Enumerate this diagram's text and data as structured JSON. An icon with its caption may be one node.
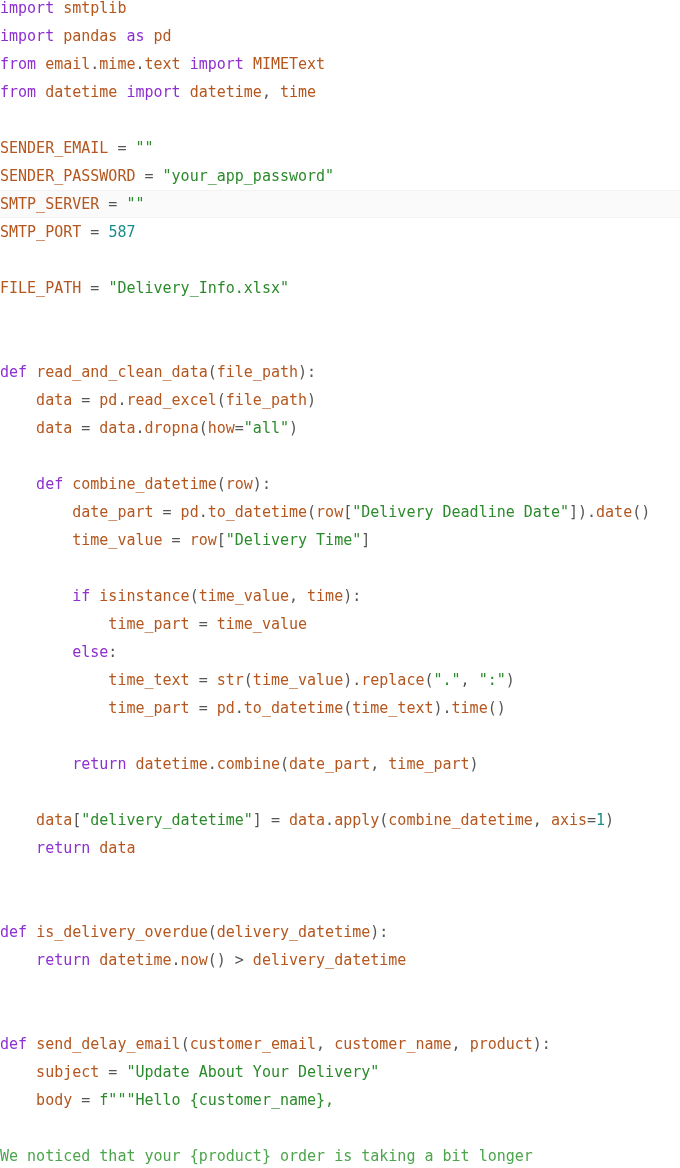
{
  "diagram": {
    "labels": [
      "import smtplib",
      "import pandas as pd",
      "from email.mime.text import MIMEText",
      "from datetime import datetime, time",
      "SENDER_EMAIL = \"\"",
      "SENDER_PASSWORD = \"your_app_password\"",
      "SMTP_SERVER = \"\"",
      "SMTP_PORT = 587",
      "FILE_PATH = \"Delivery_Info.xlsx\"",
      "def read_and_clean_data(file_path):",
      "data = pd.read_excel(file_path)",
      "data = data.dropna(how=\"all\")",
      "def combine_datetime(row):",
      "date_part = pd.to_datetime(row[\"Delivery Deadline Date\"]).date()",
      "time_value = row[\"Delivery Time\"]",
      "if isinstance(time_value, time):",
      "time_part = time_value",
      "else:",
      "time_text = str(time_value).replace(\".\", \":\")",
      "time_part = pd.to_datetime(time_text).time()",
      "return datetime.combine(date_part, time_part)",
      "data[\"delivery_datetime\"] = data.apply(combine_datetime, axis=1)",
      "return data",
      "def is_delivery_overdue(delivery_datetime):",
      "return datetime.now() > delivery_datetime",
      "def send_delay_email(customer_email, customer_name, product):",
      "subject = \"Update About Your Delivery\"",
      "body = f\"\"\"Hello {customer_name},",
      "We noticed that your {product} order is taking a bit longer"
    ]
  }
}
